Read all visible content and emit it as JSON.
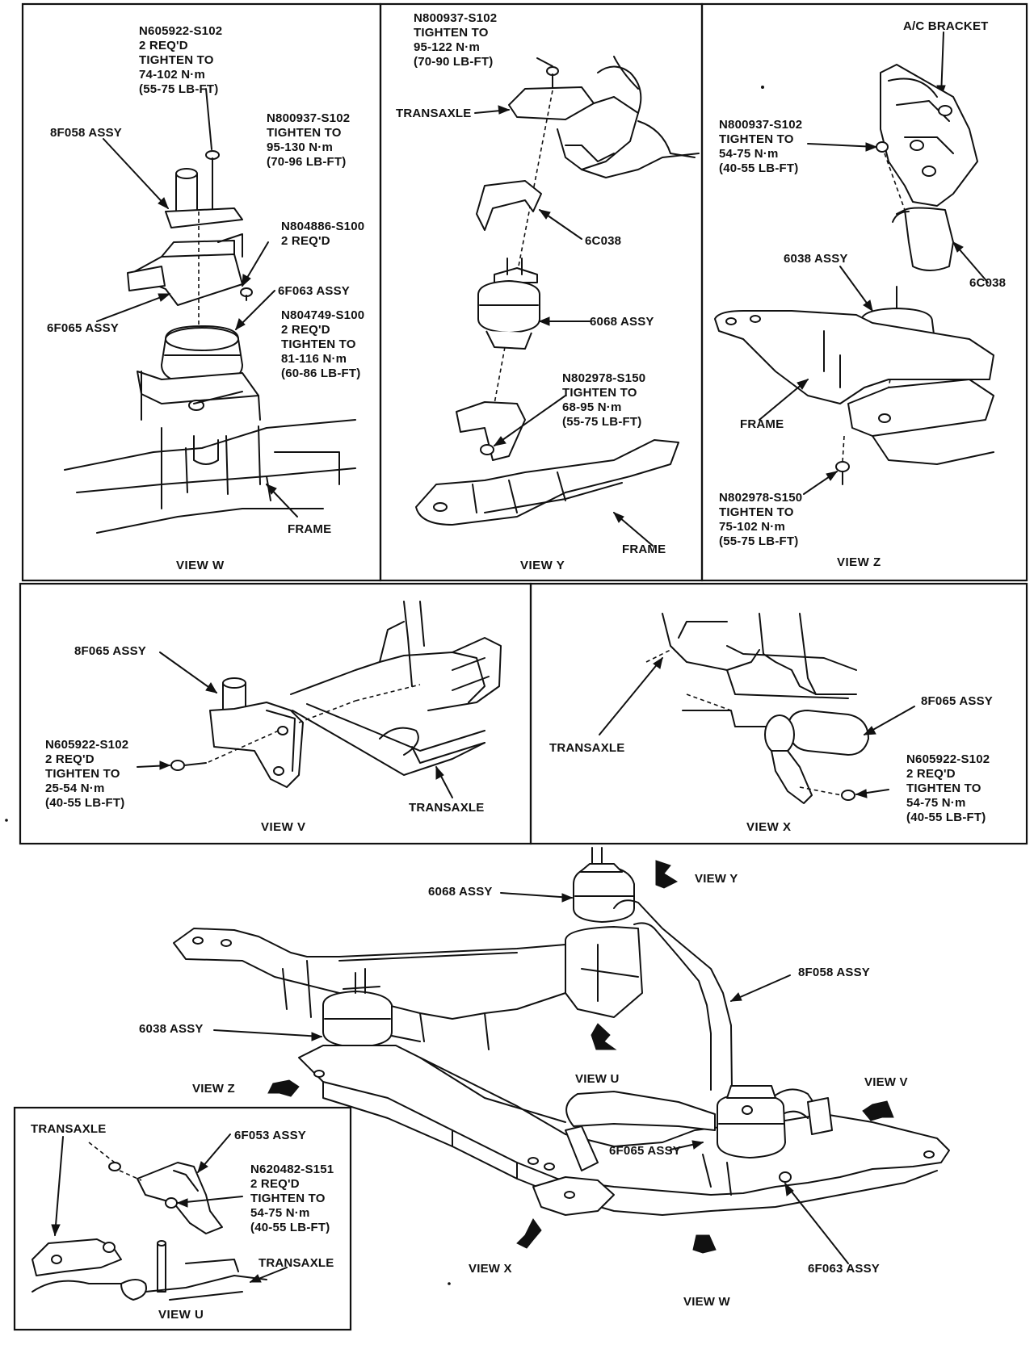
{
  "panels": {
    "view_w": {
      "caption": "VIEW W",
      "bolt_top": [
        "N605922-S102",
        "2 REQ'D",
        "TIGHTEN TO",
        "74-102 N·m",
        "(55-75 LB-FT)"
      ],
      "bolt_mid": [
        "N800937-S102",
        "TIGHTEN TO",
        "95-130 N·m",
        "(70-96 LB-FT)"
      ],
      "bracket": "8F058 ASSY",
      "nut": [
        "N804886-S100",
        "2 REQ'D"
      ],
      "mount_063": "6F063 ASSY",
      "bolt_low": [
        "N804749-S100",
        "2 REQ'D",
        "TIGHTEN TO",
        "81-116 N·m",
        "(60-86 LB-FT)"
      ],
      "mount_065": "6F065 ASSY",
      "frame": "FRAME"
    },
    "view_y": {
      "caption": "VIEW Y",
      "bolt_top": [
        "N800937-S102",
        "TIGHTEN TO",
        "95-122 N·m",
        "(70-90 LB-FT)"
      ],
      "transaxle": "TRANSAXLE",
      "bracket": "6C038",
      "mount": "6068 ASSY",
      "bolt_low": [
        "N802978-S150",
        "TIGHTEN TO",
        "68-95 N·m",
        "(55-75 LB-FT)"
      ],
      "frame": "FRAME"
    },
    "view_z": {
      "caption": "VIEW Z",
      "ac_bracket": "A/C BRACKET",
      "bolt_top": [
        "N800937-S102",
        "TIGHTEN TO",
        "54-75 N·m",
        "(40-55 LB-FT)"
      ],
      "mount": "6038 ASSY",
      "bracket": "6C038",
      "frame": "FRAME",
      "bolt_low": [
        "N802978-S150",
        "TIGHTEN TO",
        "75-102 N·m",
        "(55-75 LB-FT)"
      ]
    },
    "view_v": {
      "caption": "VIEW V",
      "mount": "8F065 ASSY",
      "bolt": [
        "N605922-S102",
        "2 REQ'D",
        "TIGHTEN TO",
        "25-54 N·m",
        "(40-55 LB-FT)"
      ],
      "transaxle": "TRANSAXLE"
    },
    "view_x": {
      "caption": "VIEW X",
      "transaxle": "TRANSAXLE",
      "mount": "8F065 ASSY",
      "bolt": [
        "N605922-S102",
        "2 REQ'D",
        "TIGHTEN TO",
        "54-75 N·m",
        "(40-55 LB-FT)"
      ]
    },
    "view_u": {
      "caption": "VIEW U",
      "transaxle_top": "TRANSAXLE",
      "mount": "6F053 ASSY",
      "bolt": [
        "N620482-S151",
        "2 REQ'D",
        "TIGHTEN TO",
        "54-75 N·m",
        "(40-55 LB-FT)"
      ],
      "transaxle_low": "TRANSAXLE"
    },
    "overview": {
      "mount_6068": "6068 ASSY",
      "view_y": "VIEW Y",
      "bracket_8f058": "8F058 ASSY",
      "mount_6038": "6038 ASSY",
      "view_u": "VIEW U",
      "view_z": "VIEW Z",
      "view_v": "VIEW V",
      "mount_6f065": "6F065 ASSY",
      "view_x": "VIEW X",
      "view_w": "VIEW W",
      "mount_6f063": "6F063 ASSY"
    }
  }
}
